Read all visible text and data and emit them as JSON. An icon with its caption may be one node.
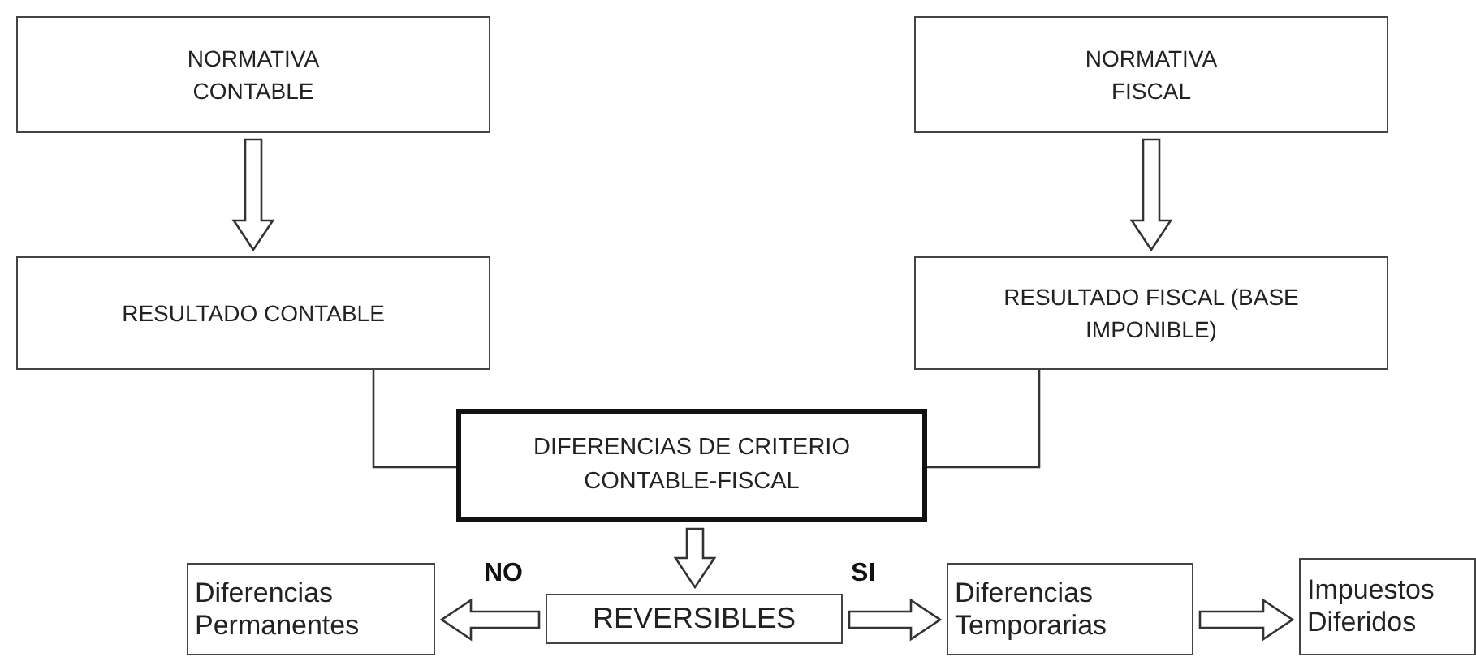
{
  "diagram": {
    "nodes": [
      {
        "text": [
          "NORMATIVA CONTABLE"
        ]
      },
      {
        "text": [
          "NORMATIVA FISCAL"
        ]
      },
      {
        "text": [
          "RESULTADO CONTABLE"
        ]
      },
      {
        "text": [
          "RESULTADO FISCAL (BASE IMPONIBLE)"
        ]
      },
      {
        "text": [
          "DIFERENCIAS DE CRITERIO CONTABLE-FISCAL"
        ]
      },
      {
        "text": [
          "REVERSIBLES"
        ]
      },
      {
        "text": [
          "Diferencias Permanentes"
        ]
      },
      {
        "text": [
          "Diferencias Temporarias"
        ]
      },
      {
        "text": [
          "Impuestos Diferidos"
        ]
      }
    ],
    "edges": [
      {
        "from": 0,
        "to": 2,
        "arrow": "to"
      },
      {
        "from": 1,
        "to": 3,
        "arrow": "to"
      },
      {
        "from": 2,
        "to": 4,
        "arrow": "none"
      },
      {
        "from": 3,
        "to": 4,
        "arrow": "none"
      },
      {
        "from": 4,
        "to": 5,
        "arrow": "to"
      },
      {
        "from": 5,
        "to": 6,
        "arrow": "to",
        "label": "NO"
      },
      {
        "from": 5,
        "to": 7,
        "arrow": "to",
        "label": "SI"
      },
      {
        "from": 7,
        "to": 8,
        "arrow": "to"
      }
    ]
  }
}
